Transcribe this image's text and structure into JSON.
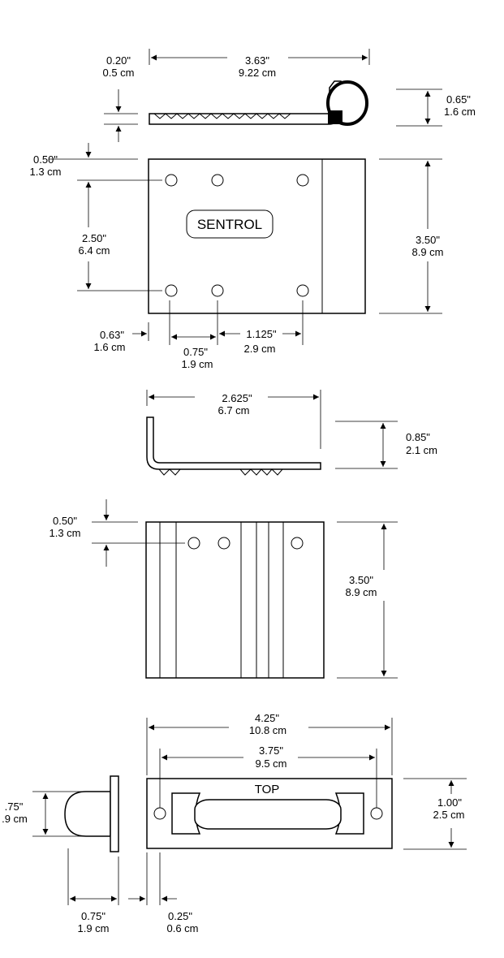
{
  "dimensions": {
    "top_length_in": "3.63\"",
    "top_length_cm": "9.22 cm",
    "top_thick_in": "0.20\"",
    "top_thick_cm": "0.5 cm",
    "top_height_in": "0.65\"",
    "top_height_cm": "1.6 cm",
    "plate1_offset_in": "0.50\"",
    "plate1_offset_cm": "1.3 cm",
    "plate1_hole_span_in": "2.50\"",
    "plate1_hole_span_cm": "6.4 cm",
    "plate1_height_in": "3.50\"",
    "plate1_height_cm": "8.9 cm",
    "plate1_edge_in": "0.63\"",
    "plate1_edge_cm": "1.6 cm",
    "plate1_hole_pitch_in": "0.75\"",
    "plate1_hole_pitch_cm": "1.9 cm",
    "plate1_hole_gap_in": "1.125\"",
    "plate1_hole_gap_cm": "2.9 cm",
    "bracket_length_in": "2.625\"",
    "bracket_length_cm": "6.7 cm",
    "bracket_height_in": "0.85\"",
    "bracket_height_cm": "2.1 cm",
    "plate2_offset_in": "0.50\"",
    "plate2_offset_cm": "1.3 cm",
    "plate2_height_in": "3.50\"",
    "plate2_height_cm": "8.9 cm",
    "handle_overall_in": "4.25\"",
    "handle_overall_cm": "10.8 cm",
    "handle_holes_in": "3.75\"",
    "handle_holes_cm": "9.5 cm",
    "handle_height_in": "1.00\"",
    "handle_height_cm": "2.5 cm",
    "handle_side_h_in": ".75\"",
    "handle_side_h_cm": ".9 cm",
    "handle_depth_in": "0.75\"",
    "handle_depth_cm": "1.9 cm",
    "handle_plate_in": "0.25\"",
    "handle_plate_cm": "0.6 cm"
  },
  "labels": {
    "brand": "SENTROL",
    "top": "TOP"
  }
}
